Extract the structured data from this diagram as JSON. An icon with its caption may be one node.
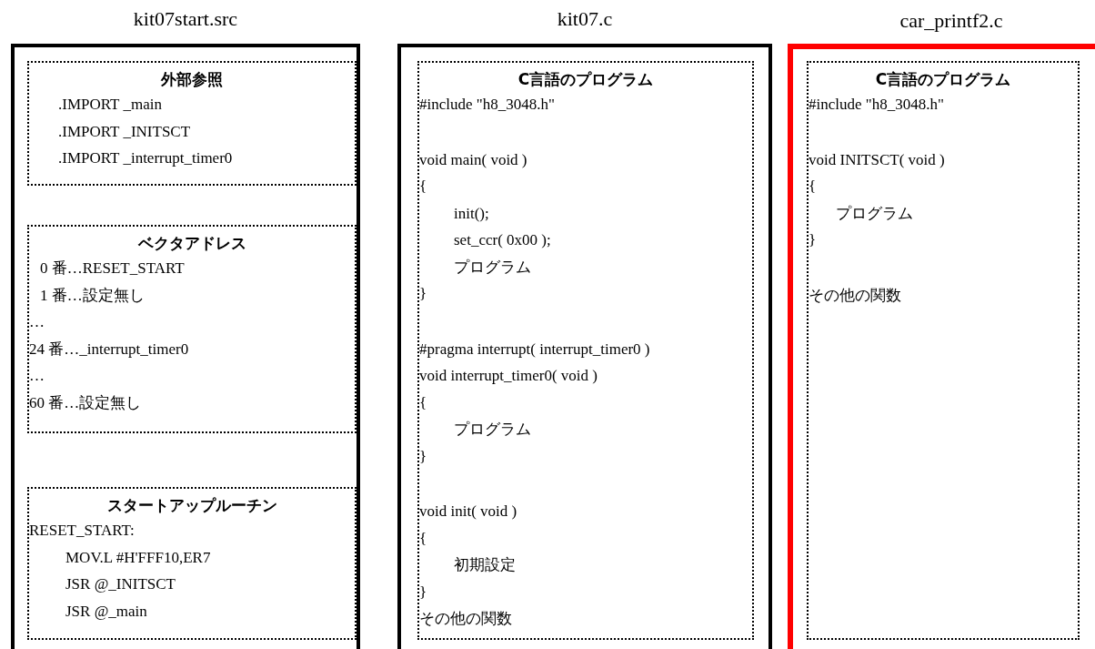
{
  "diagram": {
    "nodes": [
      {
        "text": [
          "kit07start.src"
        ]
      },
      {
        "text": [
          "外部参照",
          ".IMPORT _main",
          ".IMPORT _INITSCT",
          ".IMPORT _interrupt_timer0"
        ],
        "in": 0
      },
      {
        "text": [
          "ベクタアドレス",
          "0 番…RESET_START",
          "1 番…設定無し",
          "…",
          "24 番…_interrupt_timer0",
          "…",
          "60 番…設定無し"
        ],
        "in": 0
      },
      {
        "text": [
          "スタートアップルーチン",
          "RESET_START:",
          "MOV.L #H'FFF10,ER7",
          "JSR @_INITSCT",
          "JSR @_main"
        ],
        "in": 0
      },
      {
        "text": [
          "kit07.c"
        ]
      },
      {
        "text": [
          "C言語のプログラム",
          "#include \"h8_3048.h\"",
          "void main( void )",
          "{",
          "init();",
          "set_ccr( 0x00 );",
          "プログラム",
          "}",
          "#pragma interrupt( interrupt_timer0 )",
          "void interrupt_timer0( void )",
          "{",
          "プログラム",
          "}",
          "void init( void )",
          "{",
          "初期設定",
          "}",
          "その他の関数"
        ],
        "in": 4
      },
      {
        "text": [
          "car_printf2.c"
        ]
      },
      {
        "text": [
          "C言語のプログラム",
          "#include \"h8_3048.h\"",
          "void INITSCT( void )",
          "{",
          "プログラム",
          "}",
          "その他の関数"
        ],
        "in": 6
      }
    ]
  }
}
